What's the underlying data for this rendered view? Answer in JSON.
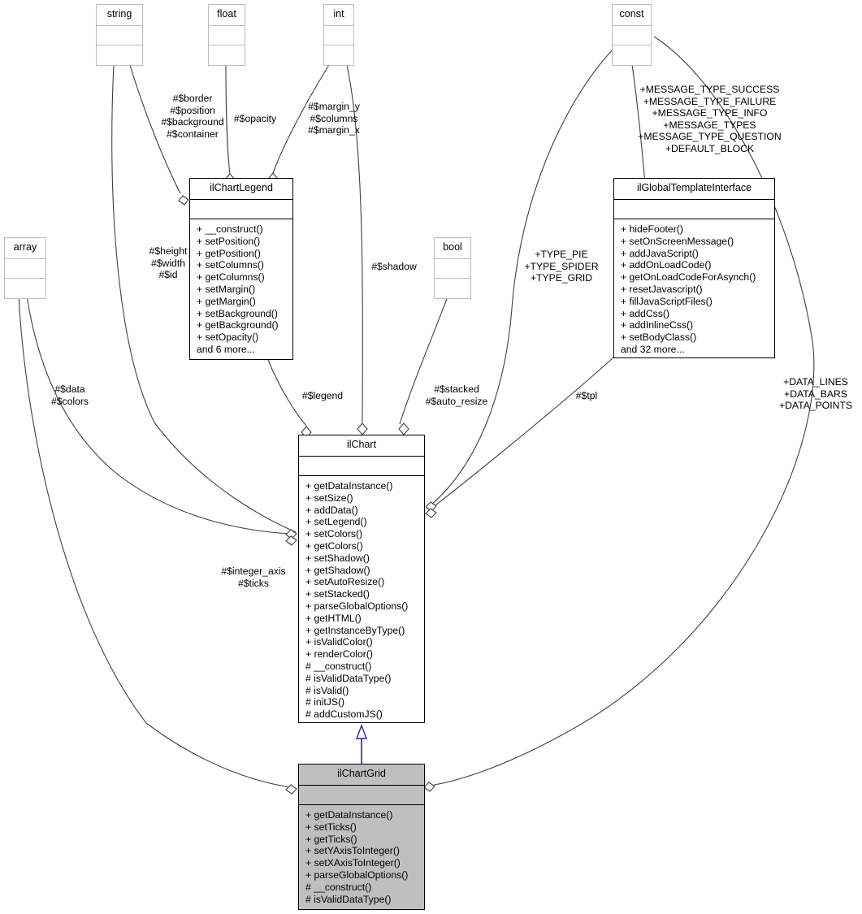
{
  "diagram": {
    "title": "ilChartGrid class inheritance / collaboration diagram",
    "colors": {
      "plain_border": "#bcbcbc",
      "class_border": "#000000",
      "edge": "#404040",
      "inheritance_arrow": "#2020c0",
      "highlight_fill": "#bfbfbf",
      "background": "#ffffff"
    }
  },
  "nodes": {
    "string": {
      "name": "string",
      "attributes": [],
      "operations": []
    },
    "float": {
      "name": "float",
      "attributes": [],
      "operations": []
    },
    "int": {
      "name": "int",
      "attributes": [],
      "operations": []
    },
    "const": {
      "name": "const",
      "attributes": [],
      "operations": []
    },
    "array": {
      "name": "array",
      "attributes": [],
      "operations": []
    },
    "bool": {
      "name": "bool",
      "attributes": [],
      "operations": []
    },
    "ilChartLegend": {
      "name": "ilChartLegend",
      "attributes": [],
      "operations": [
        "+ __construct()",
        "+ setPosition()",
        "+ getPosition()",
        "+ setColumns()",
        "+ getColumns()",
        "+ setMargin()",
        "+ getMargin()",
        "+ setBackground()",
        "+ getBackground()",
        "+ setOpacity()",
        "and 6 more..."
      ]
    },
    "ilGlobalTemplateInterface": {
      "name": "ilGlobalTemplateInterface",
      "attributes": [],
      "operations": [
        "+ hideFooter()",
        "+ setOnScreenMessage()",
        "+ addJavaScript()",
        "+ addOnLoadCode()",
        "+ getOnLoadCodeForAsynch()",
        "+ resetJavascript()",
        "+ fillJavaScriptFiles()",
        "+ addCss()",
        "+ addInlineCss()",
        "+ setBodyClass()",
        "and 32 more..."
      ]
    },
    "ilChart": {
      "name": "ilChart",
      "attributes": [],
      "operations": [
        "+ getDataInstance()",
        "+ setSize()",
        "+ addData()",
        "+ setLegend()",
        "+ setColors()",
        "+ getColors()",
        "+ setShadow()",
        "+ getShadow()",
        "+ setAutoResize()",
        "+ setStacked()",
        "+ parseGlobalOptions()",
        "+ getHTML()",
        "+ getInstanceByType()",
        "+ isValidColor()",
        "+ renderColor()",
        "# __construct()",
        "# isValidDataType()",
        "# isValid()",
        "# initJS()",
        "# addCustomJS()"
      ]
    },
    "ilChartGrid": {
      "name": "ilChartGrid",
      "attributes": [],
      "operations": [
        "+ getDataInstance()",
        "+ setTicks()",
        "+ getTicks()",
        "+ setYAxisToInteger()",
        "+ setXAxisToInteger()",
        "+ parseGlobalOptions()",
        "# __construct()",
        "# isValidDataType()"
      ]
    }
  },
  "edge_labels": {
    "string_to_legend": "#$border\n#$position\n#$background\n#$container",
    "float_to_legend": "#$opacity",
    "int_to_legend": "#$margin_y\n#$columns\n#$margin_x",
    "string_to_chart": "#$height\n#$width\n#$id",
    "array_to_chart": "#$data\n#$colors",
    "legend_to_chart": "#$legend",
    "int_to_chart": "#$shadow",
    "bool_to_chart": "#$stacked\n#$auto_resize",
    "const_to_chart": "+TYPE_PIE\n+TYPE_SPIDER\n+TYPE_GRID",
    "tpl_to_chart": "#$tpl",
    "array_to_grid": "#$integer_axis\n#$ticks",
    "const_to_grid": "+DATA_LINES\n+DATA_BARS\n+DATA_POINTS",
    "const_to_gti": "+MESSAGE_TYPE_SUCCESS\n+MESSAGE_TYPE_FAILURE\n+MESSAGE_TYPE_INFO\n+MESSAGE_TYPES\n+MESSAGE_TYPE_QUESTION\n+DEFAULT_BLOCK"
  }
}
